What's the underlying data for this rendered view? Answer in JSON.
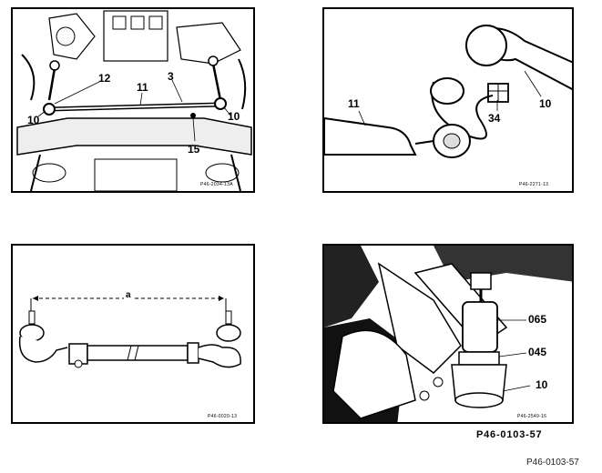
{
  "panels": {
    "top_left": {
      "callouts": {
        "c12": "12",
        "c11": "11",
        "c3": "3",
        "c10a": "10",
        "c10b": "10",
        "c15": "15"
      },
      "figure_code": "P46-2034-13A"
    },
    "top_right": {
      "callouts": {
        "c11": "11",
        "c34": "34",
        "c10": "10"
      },
      "figure_code": "P46-2271-13"
    },
    "bottom_left": {
      "dimension_label": "a",
      "figure_code": "P46-0020-13"
    },
    "bottom_right": {
      "callouts": {
        "c065": "065",
        "c045": "045",
        "c10": "10"
      },
      "figure_code": "P46-2549-16"
    }
  },
  "composite_code": "P46-0103-57",
  "footer_code": "P46-0103-57"
}
